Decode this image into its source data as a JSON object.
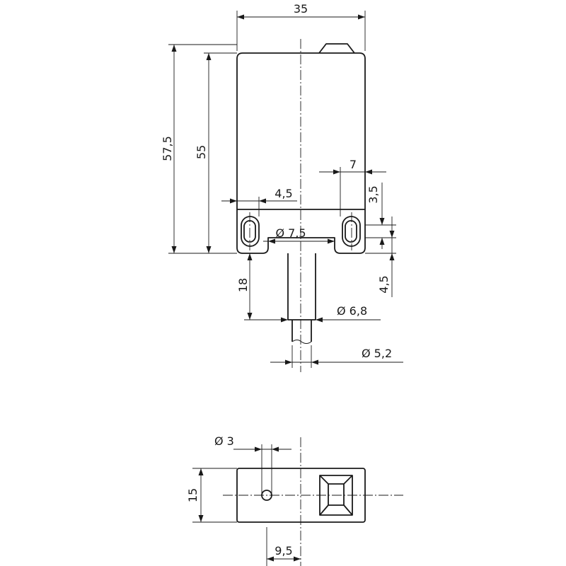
{
  "drawing": {
    "front_view": {
      "width_35": "35",
      "height_57_5": "57,5",
      "height_55": "55",
      "slot_width_7": "7",
      "slot_offset_4_5": "4,5",
      "slot_height_3_5": "3,5",
      "bore_label_7_5": "Ø  7,5",
      "cable_length_18": "18",
      "slot_spacing_4_5": "4,5",
      "cable_dia_6_8": "Ø  6,8",
      "cable_dia_5_2": "Ø  5,2"
    },
    "bottom_view": {
      "hole_dia_3": "Ø  3",
      "depth_15": "15",
      "offset_9_5": "9,5"
    }
  }
}
